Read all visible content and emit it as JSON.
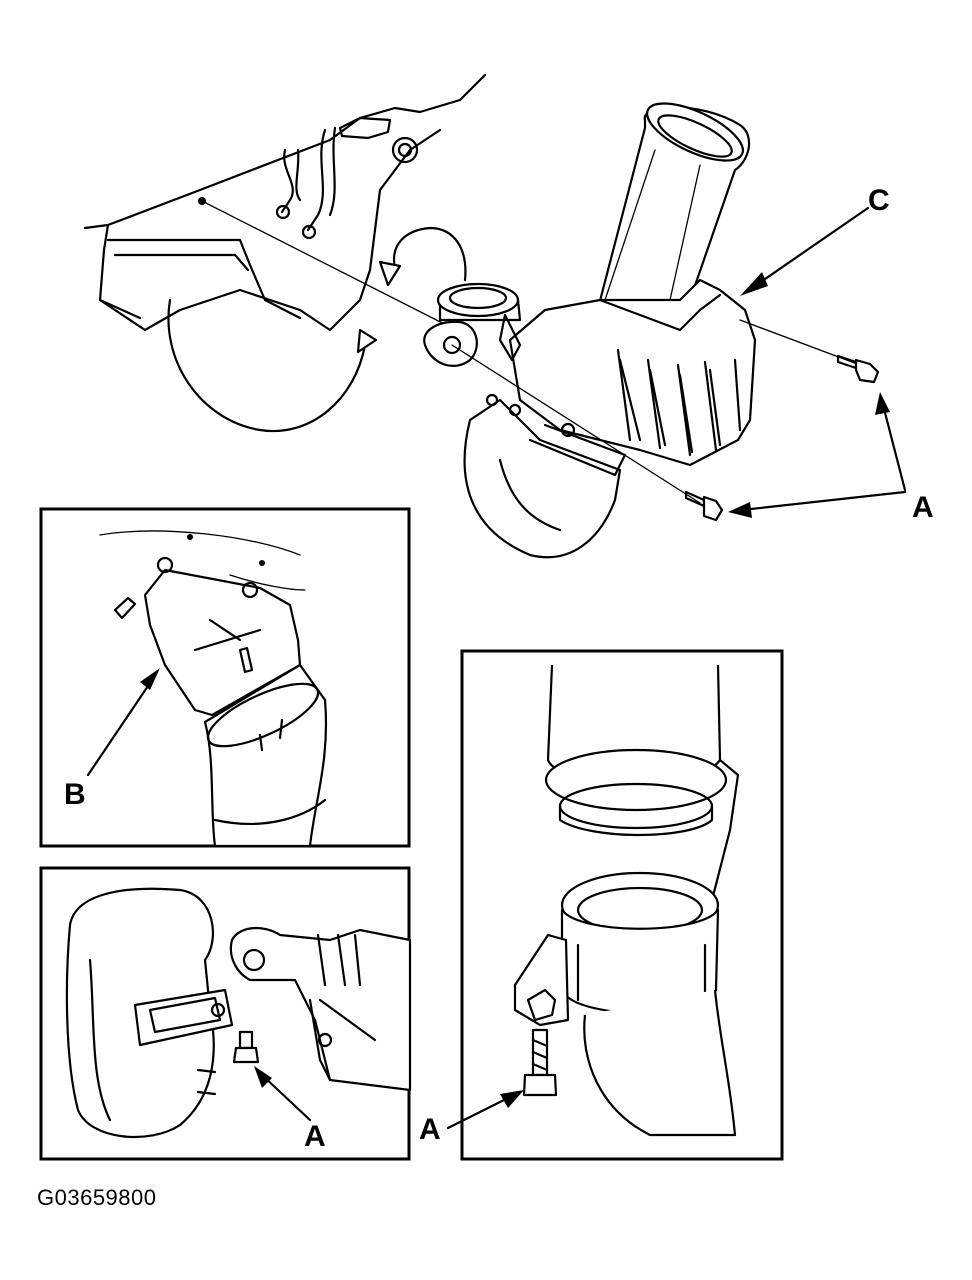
{
  "labels": {
    "c": "C",
    "a_main": "A",
    "b": "B",
    "a_left": "A",
    "a_right": "A"
  },
  "figure_code": "G03659800",
  "colors": {
    "ink": "#000000",
    "background": "#ffffff"
  }
}
